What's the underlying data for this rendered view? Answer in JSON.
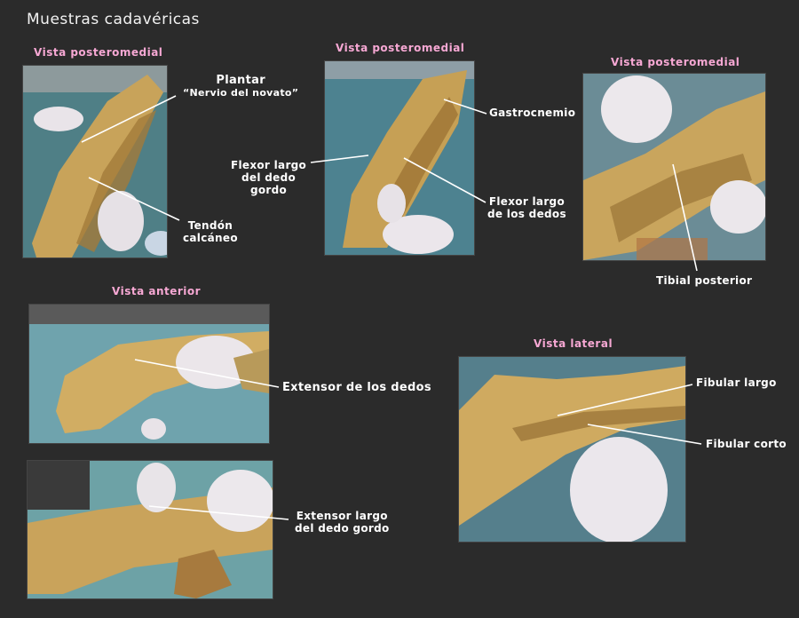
{
  "title": "Muestras cadavéricas",
  "views": {
    "v1": "Vista posteromedial",
    "v2": "Vista posteromedial",
    "v3": "Vista posteromedial",
    "v4": "Vista anterior",
    "v5": "Vista lateral"
  },
  "labels": {
    "plantar_line1": "Plantar",
    "plantar_line2": "“Nervio del novato”",
    "tendon_line1": "Tendón",
    "tendon_line2": "calcáneo",
    "gastrocnemio": "Gastrocnemio",
    "flexor_hallucis_line1": "Flexor largo",
    "flexor_hallucis_line2": "del dedo",
    "flexor_hallucis_line3": "gordo",
    "flexor_digitorum_line1": "Flexor largo",
    "flexor_digitorum_line2": "de los dedos",
    "tibial_posterior": "Tibial posterior",
    "extensor_dedos": "Extensor de los dedos",
    "extensor_hallucis_line1": "Extensor largo",
    "extensor_hallucis_line2": "del dedo gordo",
    "fibular_largo": "Fibular largo",
    "fibular_corto": "Fibular corto"
  },
  "colors": {
    "background": "#2b2b2b",
    "view_label": "#f7a8d4",
    "text": "#ffffff"
  }
}
